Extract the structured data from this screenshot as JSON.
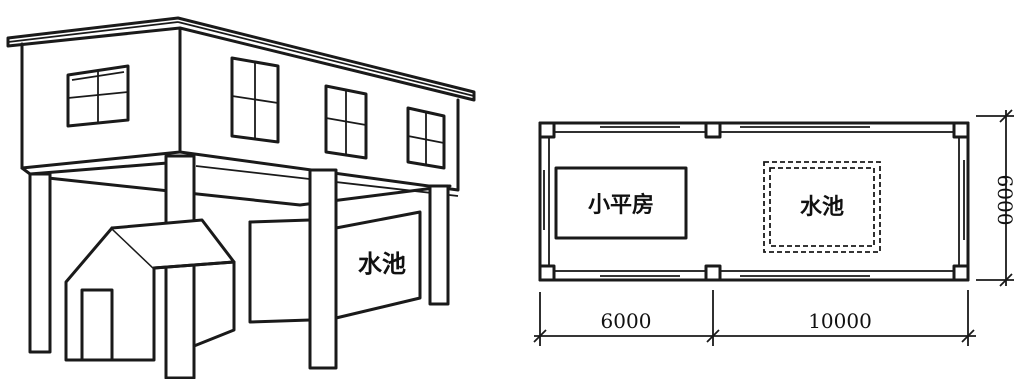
{
  "sketch": {
    "pool_label": "水池"
  },
  "plan": {
    "small_house_label": "小平房",
    "pool_label": "水池",
    "dim_left": "6000",
    "dim_right": "10000",
    "dim_height": "6000"
  },
  "colors": {
    "ink": "#1a1a1a",
    "background": "#ffffff"
  }
}
